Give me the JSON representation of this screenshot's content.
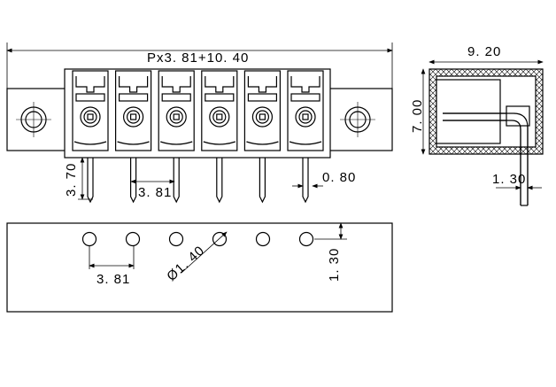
{
  "drawing": {
    "front_view": {
      "pitch_formula": "Px3. 81+10. 40",
      "pin_length": "3. 70",
      "pitch": "3. 81",
      "pin_width": "0. 80",
      "terminal_count": 6
    },
    "side_view": {
      "depth": "9. 20",
      "height": "7. 00",
      "pin_offset": "1. 30"
    },
    "pcb_layout": {
      "pitch": "3. 81",
      "hole_diameter": "Ø1. 40",
      "row_offset": "1. 30",
      "hole_count": 6
    }
  }
}
